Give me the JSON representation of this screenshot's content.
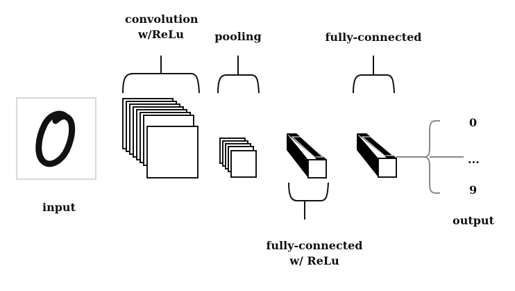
{
  "labels": {
    "input": "input",
    "convolution_line1": "convolution",
    "convolution_line2": "w/ReLu",
    "pooling": "pooling",
    "fully_connected_top": "fully-connected",
    "fully_connected_bottom_line1": "fully-connected",
    "fully_connected_bottom_line2": "w/ ReLu",
    "output": "output",
    "output_first": "0",
    "output_middle": "...",
    "output_last": "9"
  },
  "input_image": {
    "digit": "0"
  },
  "colors": {
    "stroke": "#111111",
    "fill_black": "#000000",
    "fill_white": "#ffffff",
    "connector": "#888888",
    "input_border": "#d8d8d8"
  }
}
